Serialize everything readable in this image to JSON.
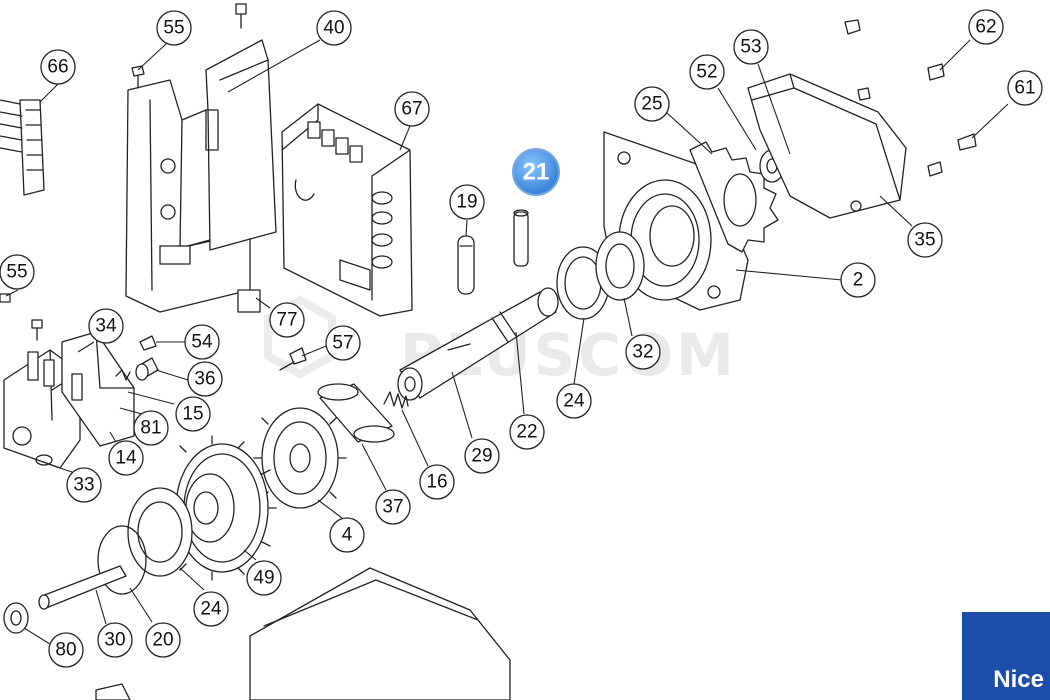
{
  "watermark": "PLUSCOM",
  "brand": {
    "name": "Nice",
    "color": "#1a4ea8"
  },
  "highlight_color": "#3f8be0",
  "selected_part": "21",
  "parts": {
    "p55a": "55",
    "p40": "40",
    "p66": "66",
    "p67": "67",
    "p21": "21",
    "p19": "19",
    "p25": "25",
    "p52": "52",
    "p53": "53",
    "p62": "62",
    "p61": "61",
    "p35": "35",
    "p2": "2",
    "p55b": "55",
    "p34": "34",
    "p54": "54",
    "p77": "77",
    "p57": "57",
    "p32": "32",
    "p36": "36",
    "p24a": "24",
    "p15": "15",
    "p81": "81",
    "p22": "22",
    "p14": "14",
    "p29": "29",
    "p16": "16",
    "p33": "33",
    "p37": "37",
    "p4": "4",
    "p49": "49",
    "p24b": "24",
    "p30": "30",
    "p20": "20",
    "p80": "80"
  }
}
